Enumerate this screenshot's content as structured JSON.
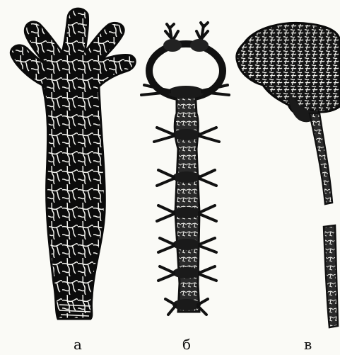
{
  "figure": {
    "panels": [
      {
        "label": "а",
        "subject": "hydra-nervous-system"
      },
      {
        "label": "б",
        "subject": "ladder-nervous-system"
      },
      {
        "label": "в",
        "subject": "brain-and-spinal-cord"
      }
    ]
  }
}
